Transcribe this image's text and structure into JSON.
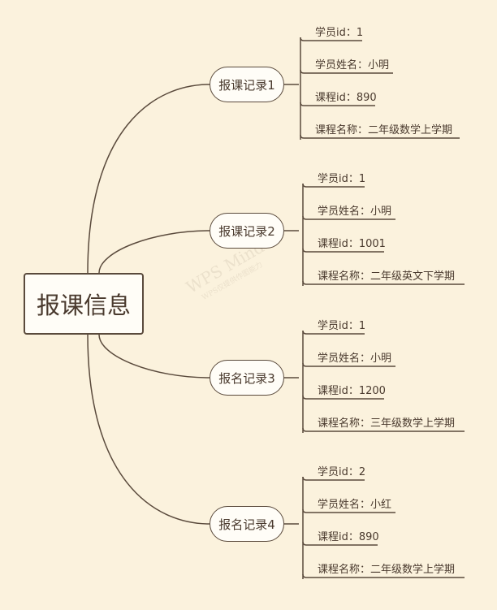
{
  "root": {
    "label": "报课信息"
  },
  "branches": [
    {
      "label": "报课记录1",
      "leaves": [
        "学员id：1",
        "学员姓名：小明",
        "课程id：890",
        "课程名称：二年级数学上学期"
      ]
    },
    {
      "label": "报课记录2",
      "leaves": [
        "学员id：1",
        "学员姓名：小明",
        "课程id：1001",
        "课程名称：二年级英文下学期"
      ]
    },
    {
      "label": "报名记录3",
      "leaves": [
        "学员id：1",
        "学员姓名：小明",
        "课程id：1200",
        "课程名称：三年级数学上学期"
      ]
    },
    {
      "label": "报名记录4",
      "leaves": [
        "学员id：2",
        "学员姓名：小红",
        "课程id：890",
        "课程名称：二年级数学上学期"
      ]
    }
  ],
  "watermark": {
    "line1": "WPS Mind",
    "line2": "WPS仅提供作图能力"
  },
  "colors": {
    "background": "#fbf2dd",
    "line": "#5a4a3c",
    "text": "#4a3a2e"
  }
}
